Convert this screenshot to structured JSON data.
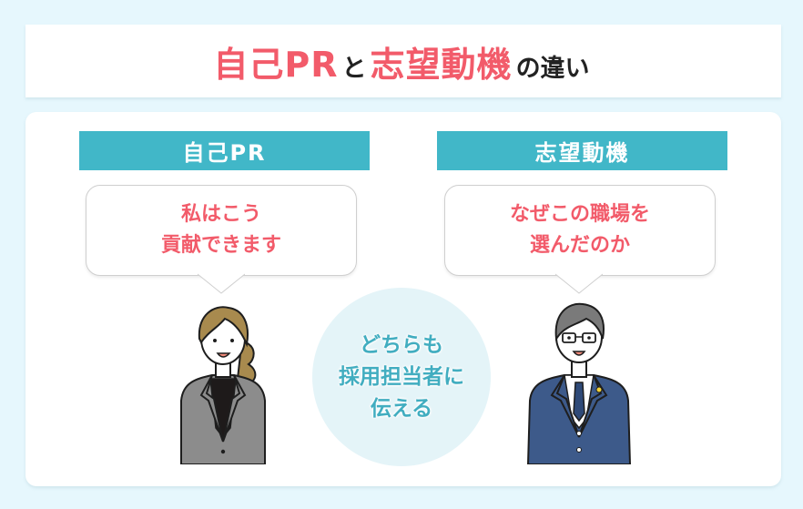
{
  "title": {
    "part1": "自己PR",
    "part2": "と",
    "part3": "志望動機",
    "part4": "の違い"
  },
  "left": {
    "label": "自己PR",
    "bubble_lines": [
      "私はこう",
      "貢献できます"
    ],
    "figure": "woman-in-suit-illustration"
  },
  "right": {
    "label": "志望動機",
    "bubble_lines": [
      "なぜこの職場を",
      "選んだのか"
    ],
    "figure": "man-in-suit-illustration"
  },
  "center": {
    "lines": [
      "どちらも",
      "採用担当者に",
      "伝える"
    ]
  },
  "colors": {
    "background": "#e6f7fd",
    "accent_red": "#f25b6a",
    "accent_teal": "#41b7c8",
    "circle_bg": "#e4f4f8"
  }
}
